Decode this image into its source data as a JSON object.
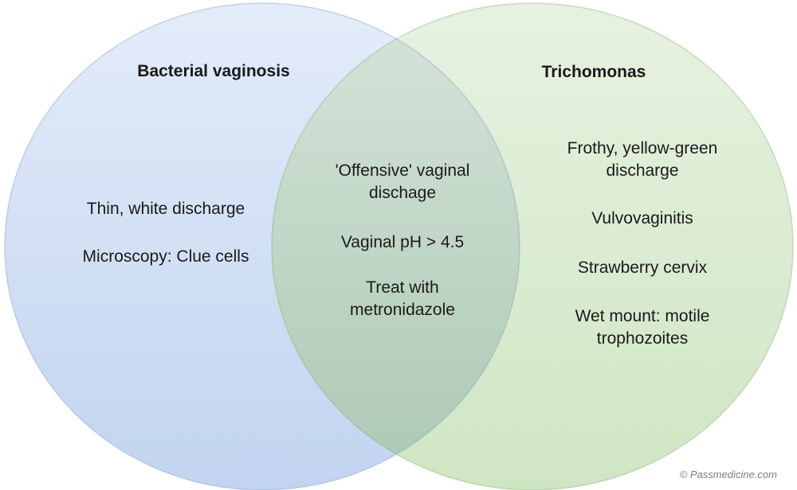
{
  "venn": {
    "left": {
      "title": "Bacterial vaginosis",
      "items": [
        "Thin, white discharge",
        "Microscopy: Clue cells"
      ]
    },
    "overlap": {
      "items": [
        "'Offensive' vaginal dischage",
        "Vaginal pH > 4.5",
        "Treat with metronidazole"
      ]
    },
    "right": {
      "title": "Trichomonas",
      "items": [
        "Frothy, yellow-green discharge",
        "Vulvovaginitis",
        "Strawberry cervix",
        "Wet mount: motile trophozoites"
      ]
    },
    "credit": "© Passmedicine.com",
    "colors": {
      "left_fill_top": "#e3ecf9",
      "left_fill_bottom": "#c2d4f0",
      "left_stroke": "#aac2e6",
      "right_fill_top": "#e7f2e1",
      "right_fill_bottom": "#cfe6c3",
      "right_stroke": "#aed29c",
      "overlap_fill_top": "#d6e4da",
      "overlap_fill_bottom": "#abc8b2",
      "text": "#1a1a1a",
      "credit_text": "#7f7f7f"
    }
  }
}
